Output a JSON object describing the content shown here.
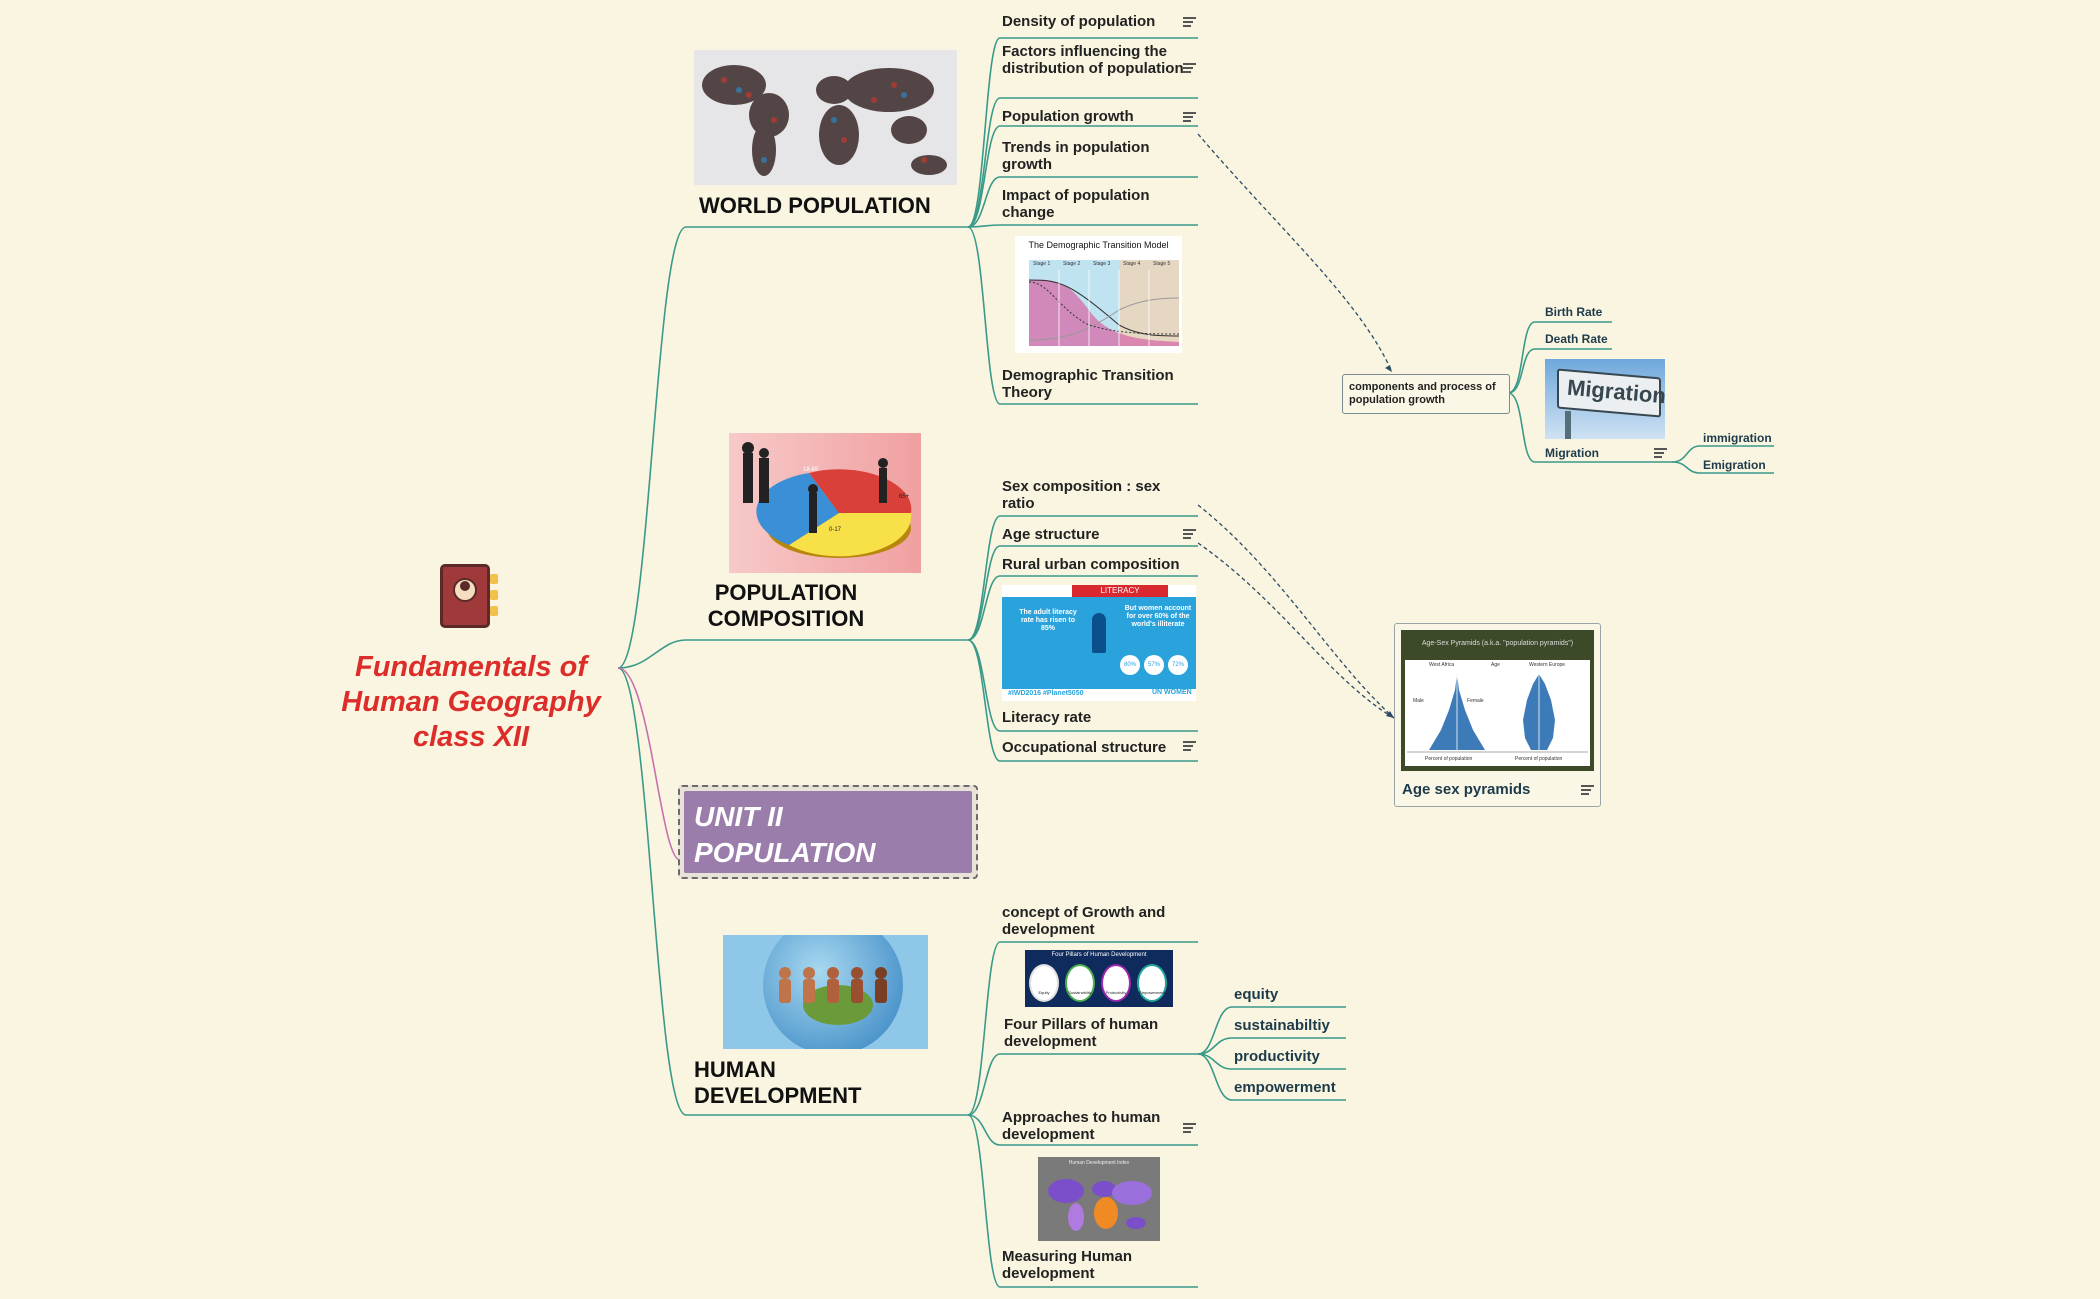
{
  "central": {
    "title": "Fundamentals of Human Geography class XII"
  },
  "world_population": {
    "title": "WORLD POPULATION",
    "items": [
      "Density of population",
      "Factors influencing the distribution of population",
      "Population growth",
      "Trends in population growth",
      "Impact of population change"
    ],
    "dtm": {
      "title": "The Demographic Transition Model",
      "stages": [
        "Stage 1",
        "Stage 2",
        "Stage 3",
        "Stage 4",
        "Stage 5"
      ],
      "label": "Demographic Transition Theory"
    }
  },
  "population_growth_detail": {
    "title": "components and process of population growth",
    "items": [
      "Birth Rate",
      "Death Rate",
      "Migration"
    ],
    "sign_text": "Migration",
    "migration_children": [
      "immigration",
      "Emigration"
    ]
  },
  "population_composition": {
    "title": "POPULATION COMPOSITION",
    "pie_labels": [
      "18-65",
      "65+",
      "0-17"
    ],
    "items": [
      "Sex composition : sex ratio",
      "Age structure",
      "Rural urban composition",
      "Literacy rate",
      "Occupational structure"
    ],
    "literacy": {
      "banner": "LITERACY",
      "left_text": "The adult literacy rate has risen to 85%",
      "right_text": "But women account for over 60% of the world's illiterate",
      "pcts": [
        "80%",
        "57%",
        "72%"
      ],
      "hashtag": "#IWD2016 #Planet5050",
      "org": "UN WOMEN"
    }
  },
  "age_sex": {
    "title": "Age sex pyramids",
    "chart_title": "Age-Sex Pyramids (a.k.a. \"population pyramids\")",
    "left": "West Africa",
    "mid": "Age",
    "right": "Western Europe",
    "male": "Male",
    "female": "Female",
    "xlab": "Percent of population"
  },
  "unit": {
    "title": "UNIT II POPULATION"
  },
  "human_development": {
    "title": "HUMAN DEVELOPMENT",
    "items": [
      "concept of Growth and development",
      "Four Pillars of human development",
      "Approaches to human development",
      "Measuring Human development"
    ],
    "pillars_title": "Four Pillars of Human Development",
    "pillars": [
      "Equity",
      "Sustainability",
      "Productivity",
      "Empowerment"
    ],
    "pillar_children": [
      "equity",
      "sustainabiltiy",
      "productivity",
      "empowerment"
    ],
    "hdi_title": "Human Development Index"
  },
  "colors": {
    "branch": "#3a9a8a",
    "pink": "#c86fae",
    "title": "#dc2d2a",
    "unit": "#9b7dab"
  }
}
